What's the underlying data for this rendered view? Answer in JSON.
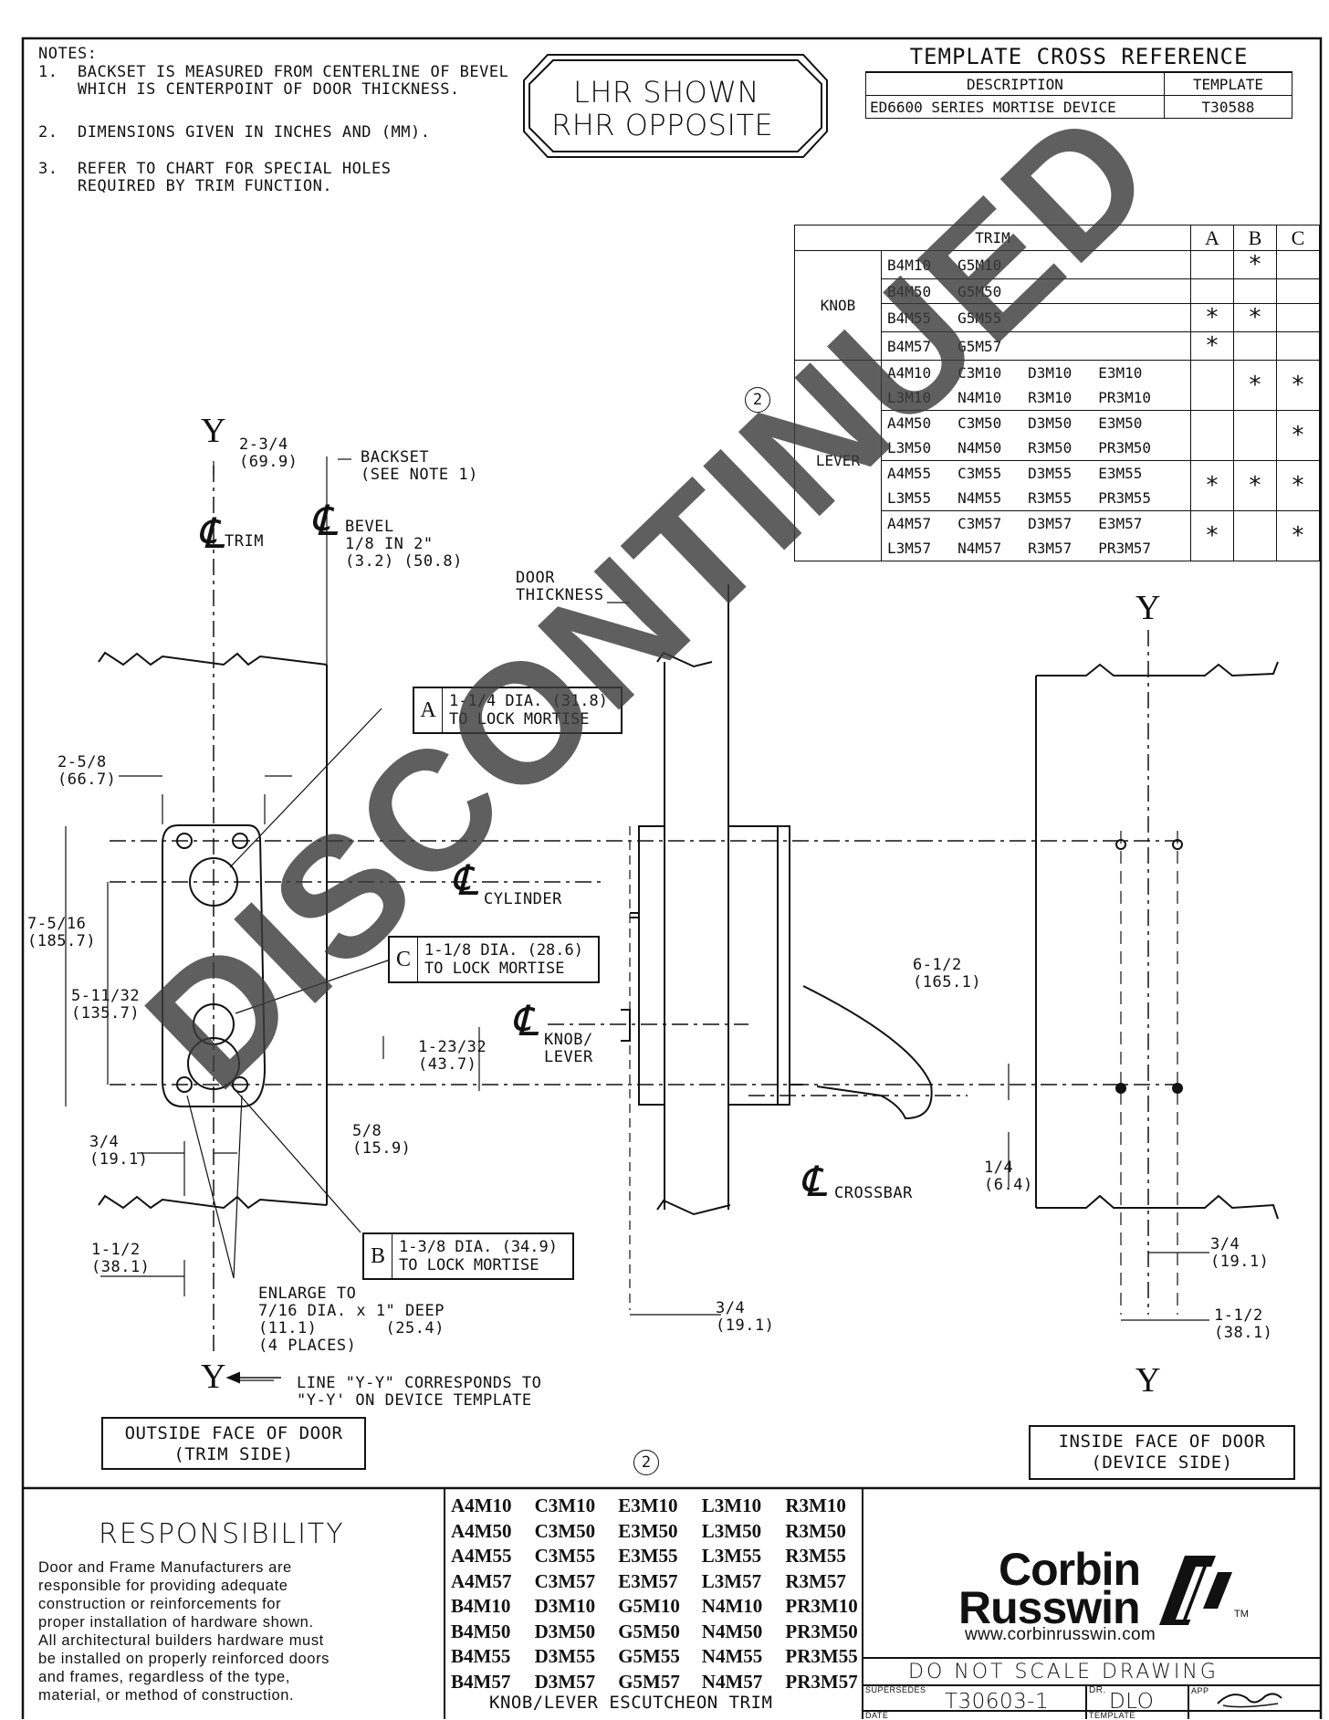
{
  "notes": {
    "heading": "NOTES:",
    "items": [
      {
        "num": "1.",
        "text": "BACKSET IS MEASURED FROM CENTERLINE OF BEVEL\nWHICH IS CENTERPOINT OF DOOR THICKNESS."
      },
      {
        "num": "2.",
        "text": "DIMENSIONS GIVEN IN INCHES AND (MM)."
      },
      {
        "num": "3.",
        "text": "REFER TO CHART FOR SPECIAL HOLES\nREQUIRED BY TRIM FUNCTION."
      }
    ]
  },
  "hand_box": {
    "line1": "LHR SHOWN",
    "line2": "RHR OPPOSITE"
  },
  "cross_reference": {
    "title": "TEMPLATE CROSS REFERENCE",
    "col_description": "DESCRIPTION",
    "col_template": "TEMPLATE",
    "row_description": "ED6600 SERIES MORTISE DEVICE",
    "row_template": "T30588"
  },
  "trim_table": {
    "header": {
      "trim": "TRIM",
      "a": "A",
      "b": "B",
      "c": "C"
    },
    "knob_label": "KNOB",
    "lever_label": "LEVER",
    "knob_rows": [
      {
        "codes": "B4M10   G5M10",
        "a": "",
        "b": "*",
        "c": ""
      },
      {
        "codes": "B4M50   G5M50",
        "a": "",
        "b": "",
        "c": ""
      },
      {
        "codes": "B4M55   G5M55",
        "a": "*",
        "b": "*",
        "c": ""
      },
      {
        "codes": "B4M57   G5M57",
        "a": "*",
        "b": "",
        "c": ""
      }
    ],
    "lever_rows": [
      {
        "line1": "A4M10   C3M10   D3M10   E3M10",
        "line2": "L3M10   N4M10   R3M10   PR3M10",
        "a": "",
        "b": "*",
        "c": "*"
      },
      {
        "line1": "A4M50   C3M50   D3M50   E3M50",
        "line2": "L3M50   N4M50   R3M50   PR3M50",
        "a": "",
        "b": "",
        "c": "*"
      },
      {
        "line1": "A4M55   C3M55   D3M55   E3M55",
        "line2": "L3M55   N4M55   R3M55   PR3M55",
        "a": "*",
        "b": "*",
        "c": "*"
      },
      {
        "line1": "A4M57   C3M57   D3M57   E3M57",
        "line2": "L3M57   N4M57   R3M57   PR3M57",
        "a": "*",
        "b": "",
        "c": "*"
      }
    ]
  },
  "revision_marker": "2",
  "drawing": {
    "y_label": "Y",
    "backset_dim": "2-3/4\n(69.9)",
    "backset_label": "BACKSET\n(SEE NOTE 1)",
    "cl_trim": "TRIM",
    "bevel_label": "BEVEL\n1/8 IN 2\"\n(3.2) (50.8)",
    "door_thickness": "DOOR\nTHICKNESS",
    "hole_a": {
      "letter": "A",
      "text": "1-1/4 DIA. (31.8)\nTO LOCK MORTISE"
    },
    "hole_b": {
      "letter": "B",
      "text": "1-3/8 DIA. (34.9)\nTO LOCK MORTISE"
    },
    "hole_c": {
      "letter": "C",
      "text": "1-1/8 DIA. (28.6)\nTO LOCK MORTISE"
    },
    "dim_width": "2-5/8\n(66.7)",
    "dim_height": "7-5/16\n(185.7)",
    "dim_531": "5-11/32\n(135.7)",
    "dim_123": "1-23/32\n(43.7)",
    "dim_58": "5/8\n(15.9)",
    "dim_34_left": "3/4\n(19.1)",
    "dim_112_left": "1-1/2\n(38.1)",
    "cl_cylinder": "CYLINDER",
    "cl_knob": "KNOB/\nLEVER",
    "cl_crossbar": "CROSSBAR",
    "dim_612": "6-1/2\n(165.1)",
    "dim_14": "1/4\n(6.4)",
    "dim_34_bottom": "3/4\n(19.1)",
    "dim_34_right": "3/4\n(19.1)",
    "dim_112_right": "1-1/2\n(38.1)",
    "enlarge_note": "ENLARGE TO\n7/16 DIA. x 1\" DEEP\n(11.1)       (25.4)\n(4 PLACES)",
    "yy_note": "LINE \"Y-Y\" CORRESPONDS TO\n\"Y-Y' ON DEVICE TEMPLATE",
    "outside_face": "OUTSIDE FACE OF DOOR\n(TRIM SIDE)",
    "inside_face": "INSIDE FACE OF DOOR\n(DEVICE SIDE)"
  },
  "watermark": "DISCONTINUED",
  "responsibility": {
    "title": "RESPONSIBILITY",
    "body": "Door and Frame Manufacturers are\nresponsible for providing adequate\nconstruction or reinforcements for\nproper installation of hardware shown.\nAll architectural builders hardware must\nbe installed on properly reinforced doors\nand frames, regardless of the type,\nmaterial, or method of construction."
  },
  "trim_codes": {
    "columns": [
      [
        "A4M10",
        "A4M50",
        "A4M55",
        "A4M57",
        "B4M10",
        "B4M50",
        "B4M55",
        "B4M57"
      ],
      [
        "C3M10",
        "C3M50",
        "C3M55",
        "C3M57",
        "D3M10",
        "D3M50",
        "D3M55",
        "D3M57"
      ],
      [
        "E3M10",
        "E3M50",
        "E3M55",
        "E3M57",
        "G5M10",
        "G5M50",
        "G5M55",
        "G5M57"
      ],
      [
        "L3M10",
        "L3M50",
        "L3M55",
        "L3M57",
        "N4M10",
        "N4M50",
        "N4M55",
        "N4M57"
      ],
      [
        "R3M10",
        "R3M50",
        "R3M55",
        "R3M57",
        "PR3M10",
        "PR3M50",
        "PR3M55",
        "PR3M57"
      ]
    ],
    "caption": "KNOB/LEVER ESCUTCHEON TRIM"
  },
  "brand": {
    "line1": "Corbin",
    "line2": "Russwin",
    "tm": "TM",
    "url": "www.corbinrusswin.com"
  },
  "title_block": {
    "do_not_scale": "DO NOT SCALE DRAWING",
    "supersedes_label": "SUPERSEDES",
    "supersedes_value": "T30603-1",
    "dr_label": "DR.",
    "dr_value": "DLO",
    "app_label": "APP",
    "date_label": "DATE",
    "template_label": "TEMPLATE"
  }
}
